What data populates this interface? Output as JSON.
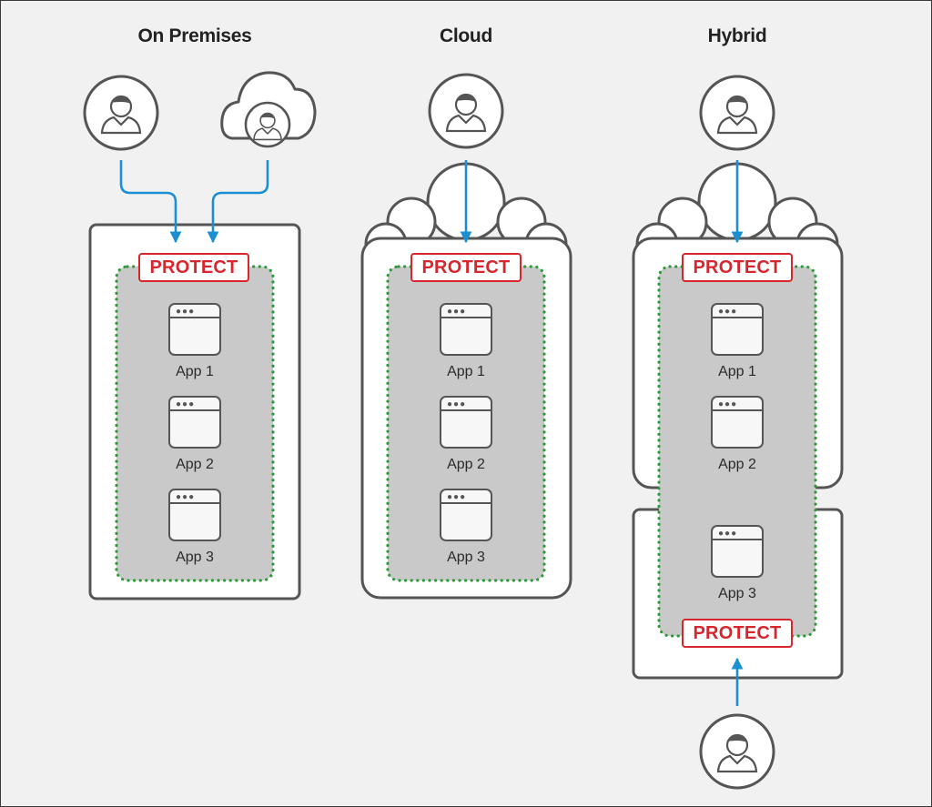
{
  "columns": [
    {
      "title": "On Premises",
      "protect_label": "PROTECT",
      "apps": [
        "App 1",
        "App 2",
        "App 3"
      ]
    },
    {
      "title": "Cloud",
      "protect_label": "PROTECT",
      "apps": [
        "App 1",
        "App 2",
        "App 3"
      ]
    },
    {
      "title": "Hybrid",
      "protect_label": "PROTECT",
      "protect_label_bottom": "PROTECT",
      "apps": [
        "App 1",
        "App 2",
        "App 3"
      ]
    }
  ],
  "colors": {
    "protect_red": "#d7262e",
    "arrow_blue": "#1a8fd1",
    "perimeter_green": "#2e9b3a",
    "app_zone_gray": "#c9c9c9",
    "container_border": "#555555"
  },
  "icons": [
    "user-icon",
    "cloud-user-icon",
    "app-window-icon",
    "cloud-shape",
    "arrow-down",
    "arrow-up"
  ]
}
